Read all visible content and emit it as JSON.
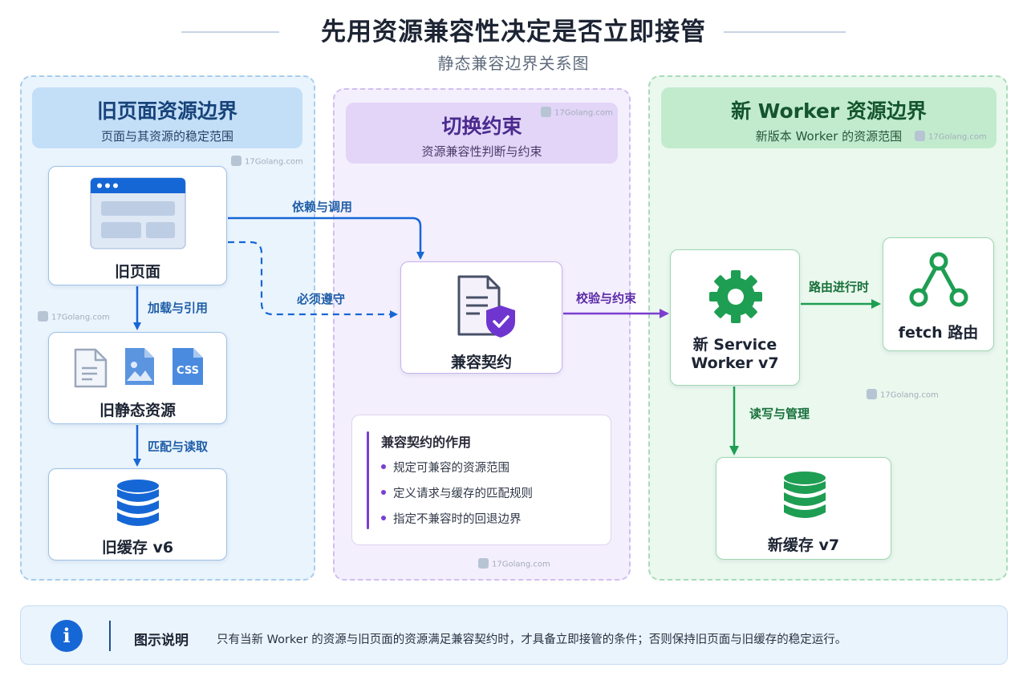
{
  "header": {
    "title": "先用资源兼容性决定是否立即接管",
    "subtitle": "静态兼容边界关系图"
  },
  "columns": {
    "left": {
      "title": "旧页面资源边界",
      "subtitle": "页面与其资源的稳定范围"
    },
    "middle": {
      "title": "切换约束",
      "subtitle": "资源兼容性判断与约束"
    },
    "right": {
      "title": "新 Worker 资源边界",
      "subtitle": "新版本 Worker 的资源范围"
    }
  },
  "nodes": {
    "old_page": "旧页面",
    "old_static": "旧静态资源",
    "old_cache": "旧缓存 v6",
    "contract": "兼容契约",
    "new_sw_line1": "新 Service",
    "new_sw_line2": "Worker v7",
    "fetch_route": "fetch 路由",
    "new_cache": "新缓存 v7",
    "css_badge": "CSS"
  },
  "edges": {
    "depend_call": "依赖与调用",
    "must_follow": "必须遵守",
    "load_ref": "加载与引用",
    "match_read": "匹配与读取",
    "verify_constrain": "校验与约束",
    "route_runtime": "路由进行时",
    "read_write_manage": "读写与管理"
  },
  "role_card": {
    "title": "兼容契约的作用",
    "items": [
      "规定可兼容的资源范围",
      "定义请求与缓存的匹配规则",
      "指定不兼容时的回退边界"
    ]
  },
  "info": {
    "icon": "i",
    "title": "图示说明",
    "text": "只有当新 Worker 的资源与旧页面的资源满足兼容契约时，才具备立即接管的条件；否则保持旧页面与旧缓存的稳定运行。"
  },
  "watermark": "17Golang.com",
  "colors": {
    "blue": "#1667d6",
    "purple": "#7a3fd0",
    "green": "#1e9e52"
  }
}
